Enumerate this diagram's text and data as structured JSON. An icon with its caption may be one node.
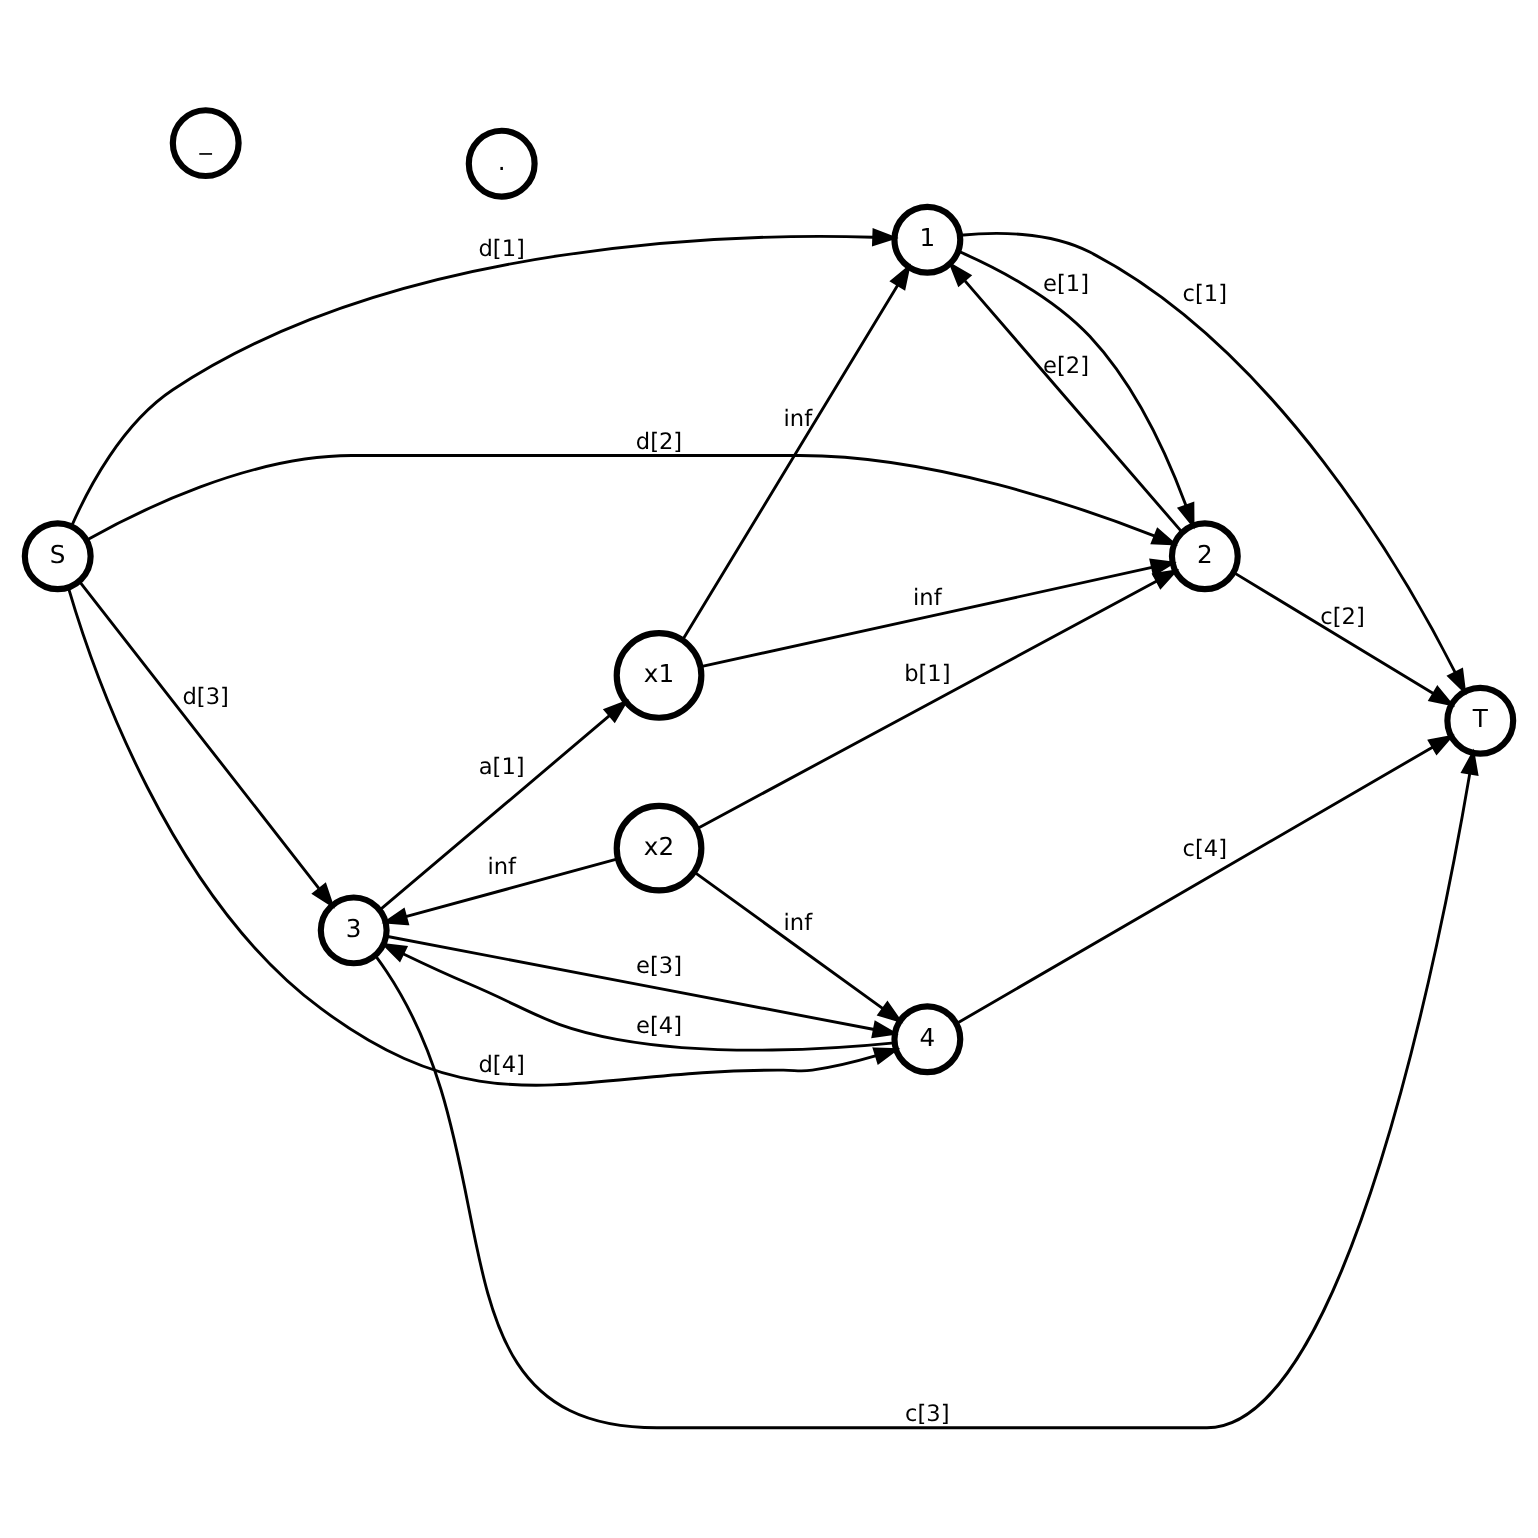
{
  "diagram": {
    "nodes": [
      {
        "text": [
          "1"
        ]
      },
      {
        "text": [
          "_"
        ]
      },
      {
        "text": [
          "x1"
        ]
      },
      {
        "text": [
          "2"
        ]
      },
      {
        "text": [
          "S"
        ]
      },
      {
        "text": [
          "T"
        ]
      },
      {
        "text": [
          "3"
        ]
      },
      {
        "text": [
          "x2"
        ]
      },
      {
        "text": [
          "."
        ]
      },
      {
        "text": [
          "4"
        ]
      }
    ],
    "edges": [
      {
        "from": 4,
        "to": 0,
        "arrow": "to",
        "label": "d[1]"
      },
      {
        "from": 4,
        "to": 3,
        "arrow": "to",
        "label": "d[2]"
      },
      {
        "from": 4,
        "to": 6,
        "arrow": "to",
        "label": "d[3]"
      },
      {
        "from": 4,
        "to": 9,
        "arrow": "to",
        "label": "d[4]"
      },
      {
        "from": 2,
        "to": 0,
        "arrow": "to",
        "label": "inf"
      },
      {
        "from": 2,
        "to": 3,
        "arrow": "to",
        "label": "inf"
      },
      {
        "from": 6,
        "to": 2,
        "arrow": "to",
        "label": "a[1]"
      },
      {
        "from": 7,
        "to": 3,
        "arrow": "to",
        "label": "b[1]"
      },
      {
        "from": 7,
        "to": 6,
        "arrow": "to",
        "label": "inf"
      },
      {
        "from": 7,
        "to": 9,
        "arrow": "to",
        "label": "inf"
      },
      {
        "from": 0,
        "to": 3,
        "arrow": "to",
        "label": "e[1]"
      },
      {
        "from": 3,
        "to": 0,
        "arrow": "to",
        "label": "e[2]"
      },
      {
        "from": 6,
        "to": 9,
        "arrow": "to",
        "label": "e[3]"
      },
      {
        "from": 9,
        "to": 6,
        "arrow": "to",
        "label": "e[4]"
      },
      {
        "from": 0,
        "to": 5,
        "arrow": "to",
        "label": "c[1]"
      },
      {
        "from": 3,
        "to": 5,
        "arrow": "to",
        "label": "c[2]"
      },
      {
        "from": 6,
        "to": 5,
        "arrow": "to",
        "label": "c[3]"
      },
      {
        "from": 9,
        "to": 5,
        "arrow": "to",
        "label": "c[4]"
      }
    ]
  }
}
